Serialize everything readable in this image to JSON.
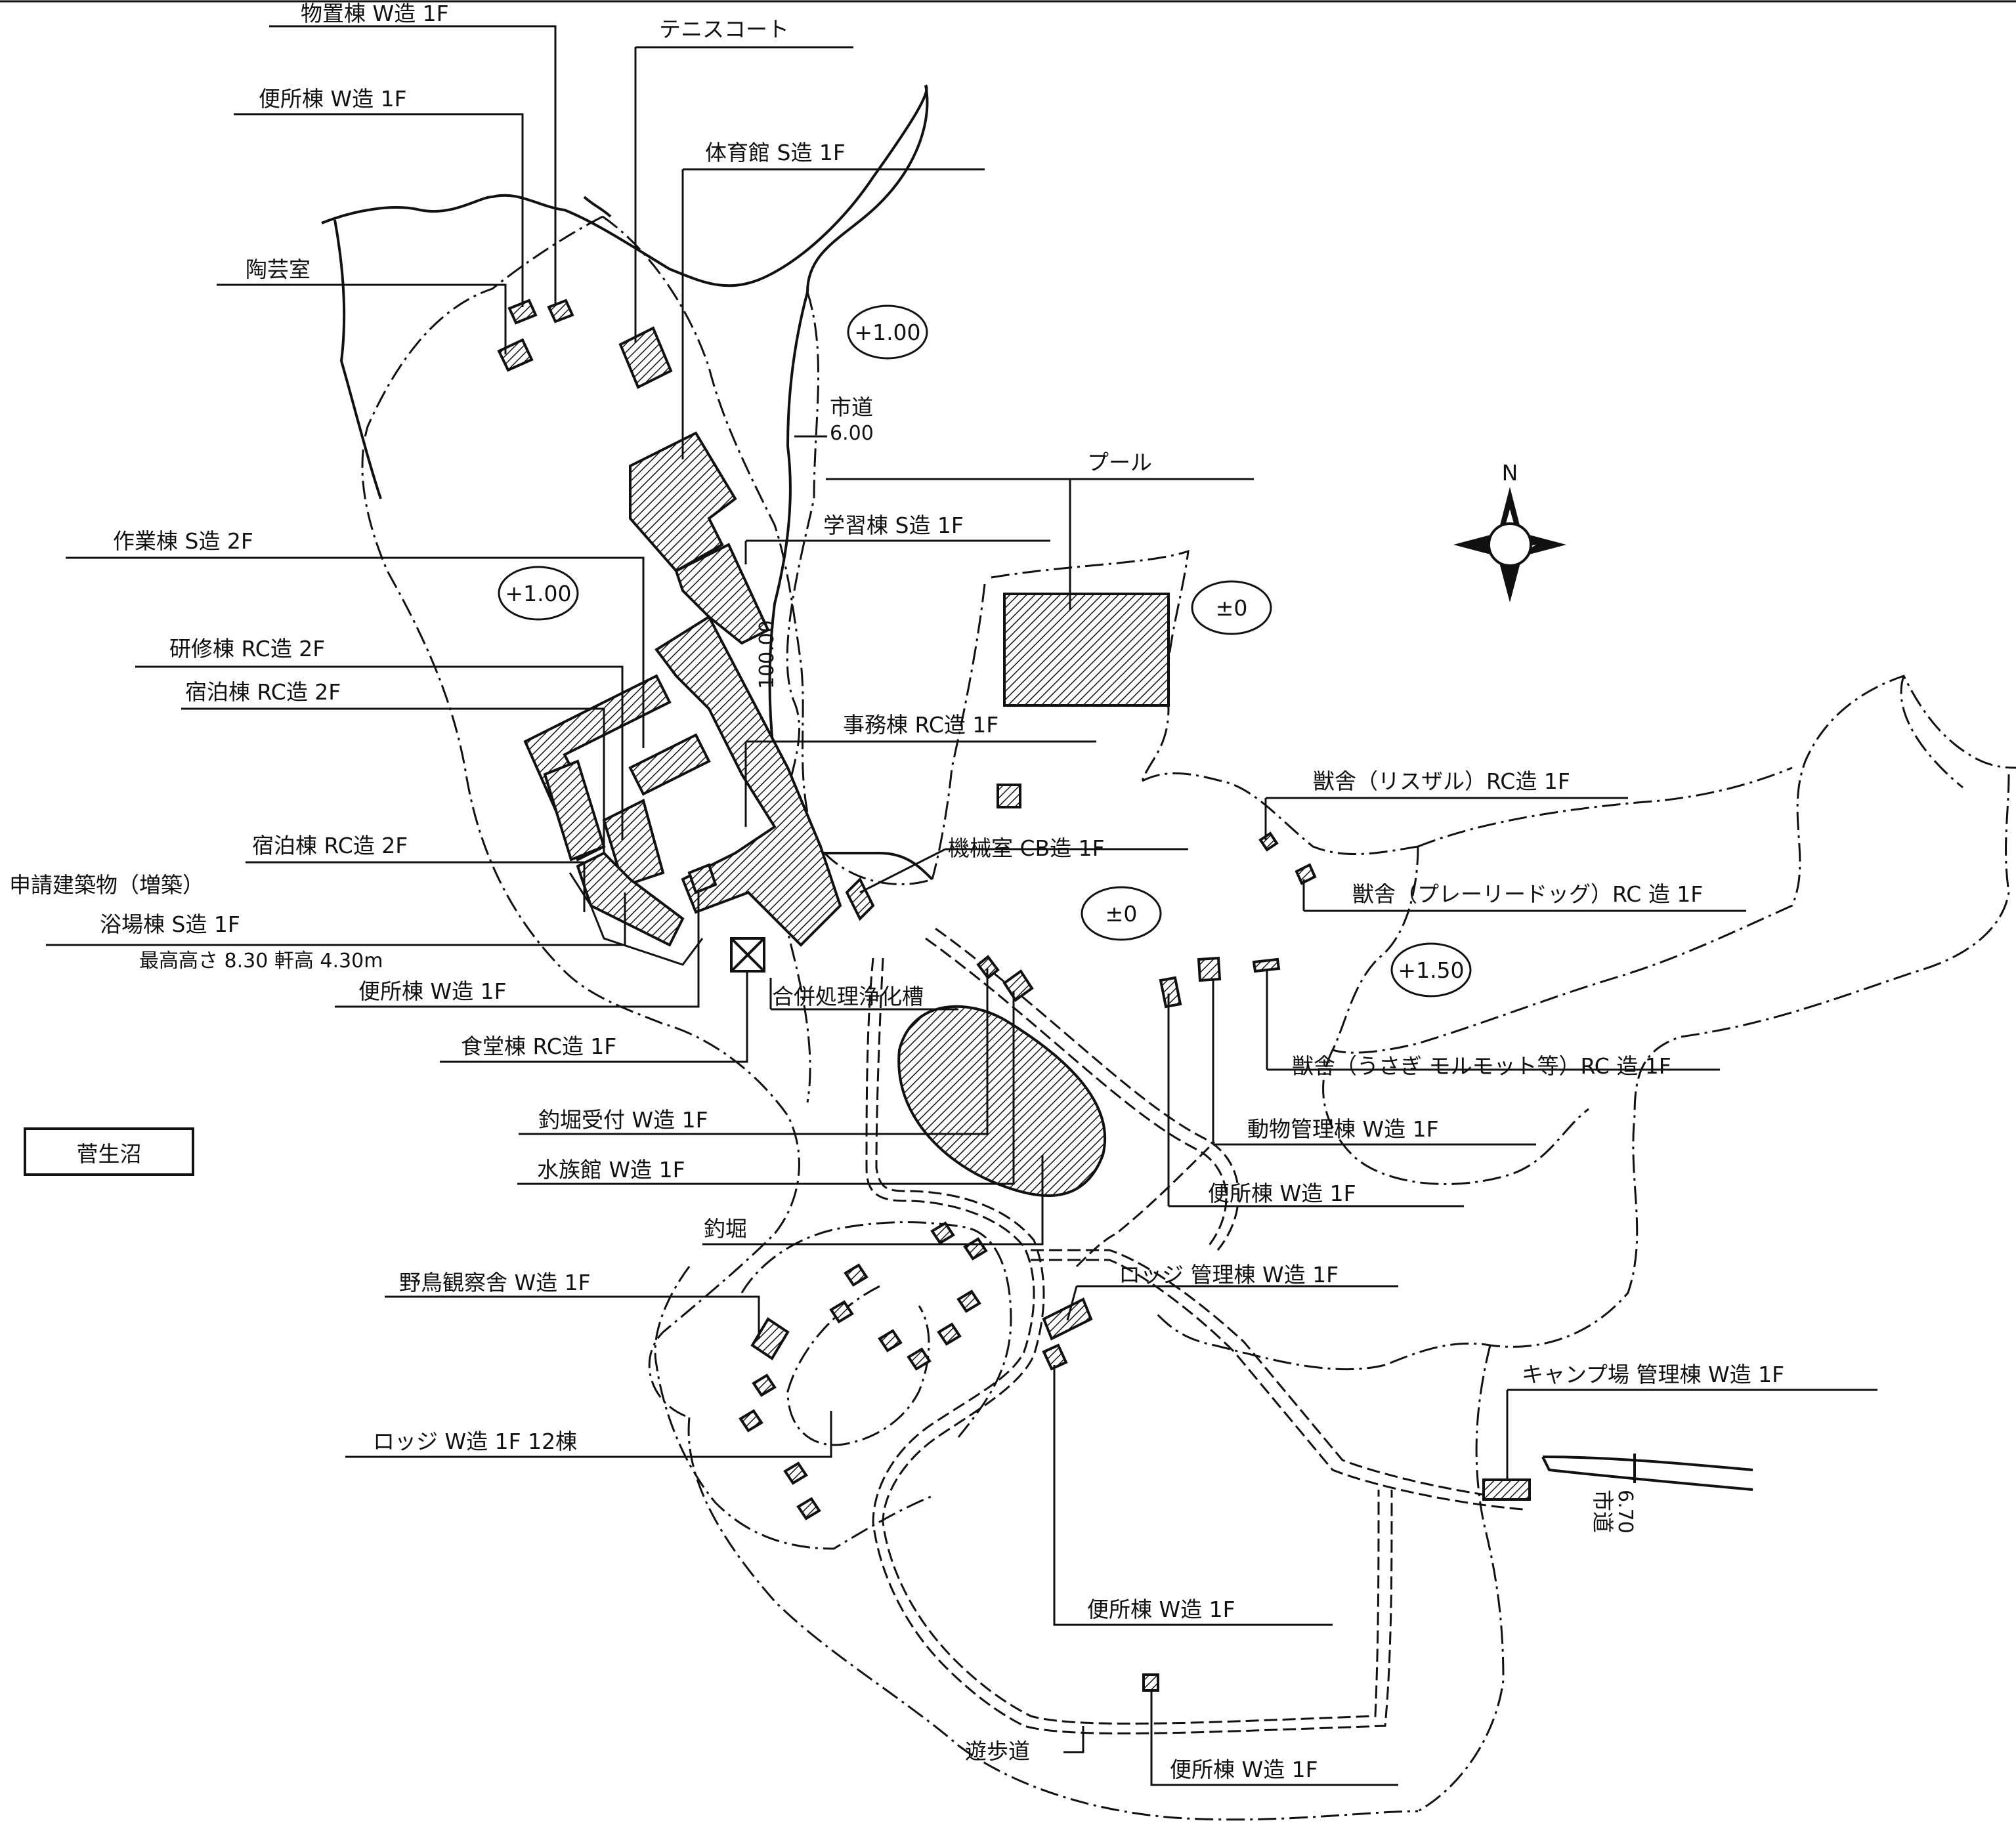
{
  "labels": {
    "monooki": "物置棟 W造 1F",
    "tennis": "テニスコート",
    "benjo1": "便所棟 W造 1F",
    "taiikukan": "体育館 S造 1F",
    "tougei": "陶芸室",
    "shidou_top": "市道",
    "shidou_top_w": "6.00",
    "level_a": "+1.00",
    "level_b": "+1.00",
    "level_c": "±0",
    "level_d": "±0",
    "level_e": "+1.50",
    "pool": "プール",
    "gakushu": "学習棟 S造 1F",
    "sagyo": "作業棟 S造 2F",
    "road_len": "100.00",
    "kenshu": "研修棟 RC造 2F",
    "shukuhaku1": "宿泊棟 RC造 2F",
    "jimu": "事務棟 RC造 1F",
    "juusha1": "獣舎（リスザル）RC造 1F",
    "shukuhaku2": "宿泊棟 RC造 2F",
    "kikai": "機械室 CB造 1F",
    "shinsei": "申請建築物（増築）",
    "juusha2": "獣舎（プレーリードッグ）RC 造 1F",
    "yokuba": "浴場棟 S造 1F",
    "height": "最高高さ 8.30 軒高 4.30m",
    "benjo2": "便所棟 W造 1F",
    "gappei": "合併処理浄化槽",
    "shokudo": "食堂棟 RC造 1F",
    "juusha3": "獣舎（うさぎ モルモット等）RC 造 1F",
    "sugonuma": "菅生沼",
    "tsuribori_uke": "釣堀受付 W造 1F",
    "dobutsu": "動物管理棟 W造 1F",
    "suizokukan": "水族館 W造 1F",
    "benjo3": "便所棟 W造 1F",
    "tsuribori": "釣堀",
    "lodge_kanri": "ロッジ 管理棟 W造 1F",
    "yacho": "野鳥観察舎 W造 1F",
    "camp": "キャンプ場 管理棟 W造 1F",
    "lodge": "ロッジ W造 1F 12棟",
    "shidou_right": "市道",
    "shidou_right_w": "6.70",
    "benjo4": "便所棟 W造 1F",
    "yuhodo": "遊歩道",
    "benjo5": "便所棟 W造 1F",
    "north": "N"
  }
}
